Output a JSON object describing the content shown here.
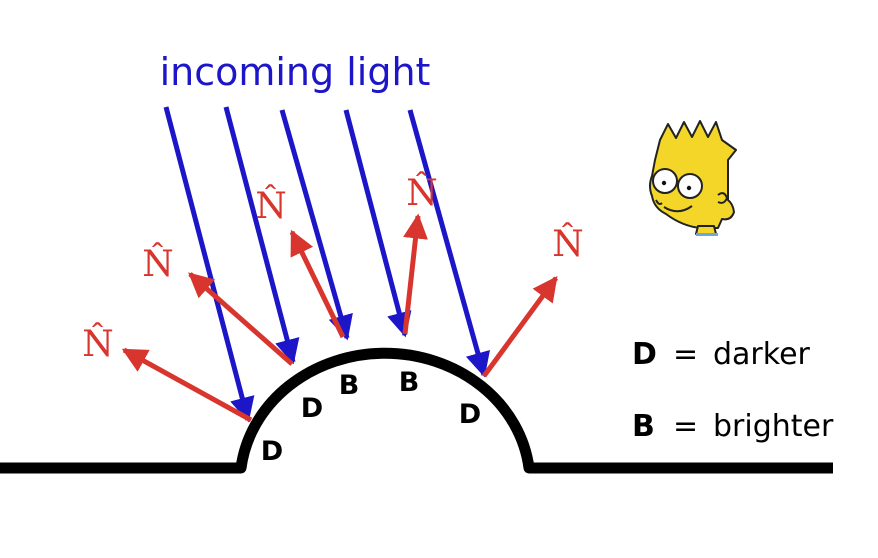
{
  "title": "incoming light",
  "normal_symbol": "N̂",
  "surface_marks": [
    "D",
    "D",
    "B",
    "B",
    "D"
  ],
  "legend": [
    {
      "key": "D",
      "separator": "=",
      "text": "darker"
    },
    {
      "key": "B",
      "separator": "=",
      "text": "brighter"
    }
  ],
  "colors": {
    "light_rays": "#1c16c8",
    "normals": "#d8352e",
    "surface": "#000000"
  },
  "character_icon": "bart-simpson-head-icon"
}
